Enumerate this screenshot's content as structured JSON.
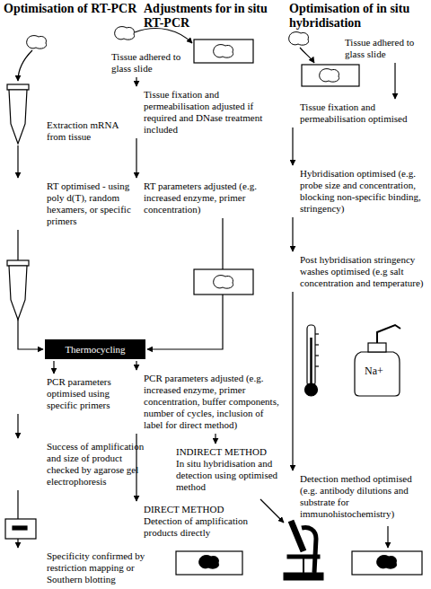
{
  "diagram": {
    "nodes": [
      {
        "text": [
          "Extraction mRNA from tissue"
        ]
      },
      {
        "text": [
          "RT optimised - using poly d(T), random hexamers, or specific primers"
        ]
      },
      {
        "text": [
          "Thermocycling"
        ]
      },
      {
        "text": [
          "PCR parameters optimised using specific primers"
        ]
      },
      {
        "text": [
          "Success of amplification and size of product checked by agarose gel electrophoresis"
        ]
      },
      {
        "text": [
          "Specificity confirmed by restriction mapping or Southern blotting"
        ]
      },
      {
        "text": [
          "Tissue adhered to glass slide"
        ]
      },
      {
        "text": [
          "Tissue fixation and permeabilisation adjusted if required and DNase treatment included"
        ]
      },
      {
        "text": [
          "RT parameters adjusted (e.g. increased enzyme, primer concentration)"
        ]
      },
      {
        "text": [
          "PCR parameters adjusted (e.g. increased enzyme, primer concentration, buffer components, number of cycles, inclusion of label for direct method)"
        ]
      },
      {
        "text": [
          "INDIRECT METHOD",
          "In situ hybridisation and detection using optimised method"
        ]
      },
      {
        "text": [
          "DIRECT METHOD",
          "Detection of amplification products directly"
        ]
      },
      {
        "text": [
          "Tissue adhered to glass slide"
        ]
      },
      {
        "text": [
          "Tissue fixation and permeabilisation optimised"
        ]
      },
      {
        "text": [
          "Hybridisation optimised (e.g. probe size and concentration, blocking non-specific binding, stringency)"
        ]
      },
      {
        "text": [
          "Post hybridisation stringency washes optimised (e.g salt concentration and temperature)"
        ]
      },
      {
        "text": [
          "Detection method optimised (e.g. antibody dilutions and substrate for immunohistochemistry)"
        ]
      }
    ],
    "edges": [
      {
        "from": 0,
        "to": 1,
        "arrow": "to"
      },
      {
        "from": 1,
        "to": 2,
        "arrow": "to"
      },
      {
        "from": 2,
        "to": 3,
        "arrow": "to"
      },
      {
        "from": 3,
        "to": 4,
        "arrow": "to"
      },
      {
        "from": 4,
        "to": 5,
        "arrow": "to"
      },
      {
        "from": 6,
        "to": 7,
        "arrow": "to"
      },
      {
        "from": 7,
        "to": 8,
        "arrow": "to"
      },
      {
        "from": 8,
        "to": 2,
        "arrow": "to"
      },
      {
        "from": 2,
        "to": 9,
        "arrow": "to"
      },
      {
        "from": 9,
        "to": 10,
        "arrow": "to"
      },
      {
        "from": 9,
        "to": 11,
        "arrow": "to"
      },
      {
        "from": 12,
        "to": 13,
        "arrow": "to"
      },
      {
        "from": 13,
        "to": 14,
        "arrow": "to"
      },
      {
        "from": 14,
        "to": 15,
        "arrow": "to"
      },
      {
        "from": 15,
        "to": 16,
        "arrow": "to"
      }
    ],
    "labels": [
      "Optimisation of RT-PCR",
      "Adjustments for in situ RT-PCR",
      "Optimisation of in situ hybridisation",
      "Na+"
    ]
  }
}
